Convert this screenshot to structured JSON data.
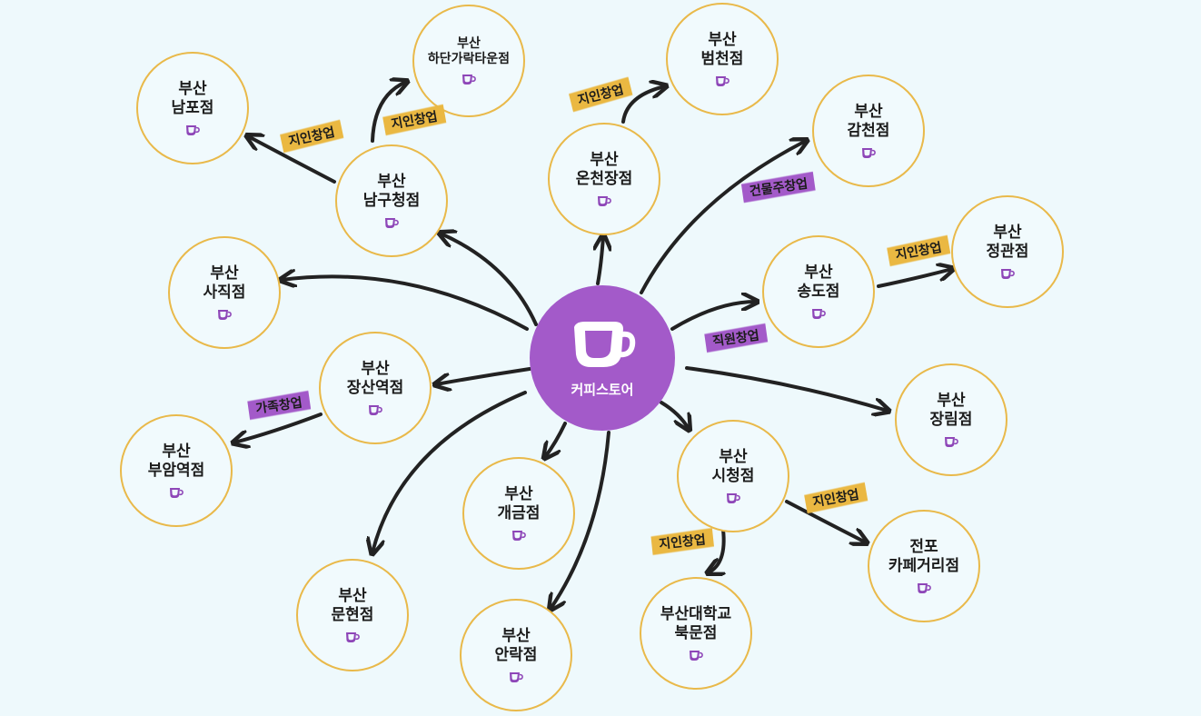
{
  "hub": {
    "name": "커피스토어",
    "color": "#a35ac9",
    "icon": "coffee-cup-icon"
  },
  "colors": {
    "background": "#eef9fc",
    "node_border": "#e9b94a",
    "tag_yellow": "#eab842",
    "tag_purple": "#a35ac9",
    "arrow": "#222222",
    "cup": "#8e46b8"
  },
  "branches": [
    {
      "id": "nampo",
      "name": "부산\n남포점"
    },
    {
      "id": "hadan",
      "name": "부산\n하단가락타운점"
    },
    {
      "id": "beomcheon",
      "name": "부산\n범천점"
    },
    {
      "id": "gamcheon",
      "name": "부산\n감천점"
    },
    {
      "id": "namgu",
      "name": "부산\n남구청점"
    },
    {
      "id": "oncheonjang",
      "name": "부산\n온천장점"
    },
    {
      "id": "jeonggwan",
      "name": "부산\n정관점"
    },
    {
      "id": "sajik",
      "name": "부산\n사직점"
    },
    {
      "id": "songdo",
      "name": "부산\n송도점"
    },
    {
      "id": "jangsan",
      "name": "부산\n장산역점"
    },
    {
      "id": "jangrim",
      "name": "부산\n장림점"
    },
    {
      "id": "buam",
      "name": "부산\n부암역점"
    },
    {
      "id": "sicheong",
      "name": "부산\n시청점"
    },
    {
      "id": "gaegeum",
      "name": "부산\n개금점"
    },
    {
      "id": "jeonpo",
      "name": "전포\n카페거리점"
    },
    {
      "id": "munhyeon",
      "name": "부산\n문현점"
    },
    {
      "id": "anrak",
      "name": "부산\n안락점"
    },
    {
      "id": "pnu",
      "name": "부산대학교\n북문점"
    }
  ],
  "tags": [
    {
      "id": "tag-nampo",
      "text": "지인창업",
      "color": "yellow"
    },
    {
      "id": "tag-hadan",
      "text": "지인창업",
      "color": "yellow"
    },
    {
      "id": "tag-beomcheon",
      "text": "지인창업",
      "color": "yellow"
    },
    {
      "id": "tag-gamcheon",
      "text": "건물주창업",
      "color": "purple"
    },
    {
      "id": "tag-jeonggwan",
      "text": "지인창업",
      "color": "yellow"
    },
    {
      "id": "tag-songdo",
      "text": "직원창업",
      "color": "purple"
    },
    {
      "id": "tag-buam",
      "text": "가족창업",
      "color": "purple"
    },
    {
      "id": "tag-jeonpo",
      "text": "지인창업",
      "color": "yellow"
    },
    {
      "id": "tag-pnu",
      "text": "지인창업",
      "color": "yellow"
    }
  ]
}
